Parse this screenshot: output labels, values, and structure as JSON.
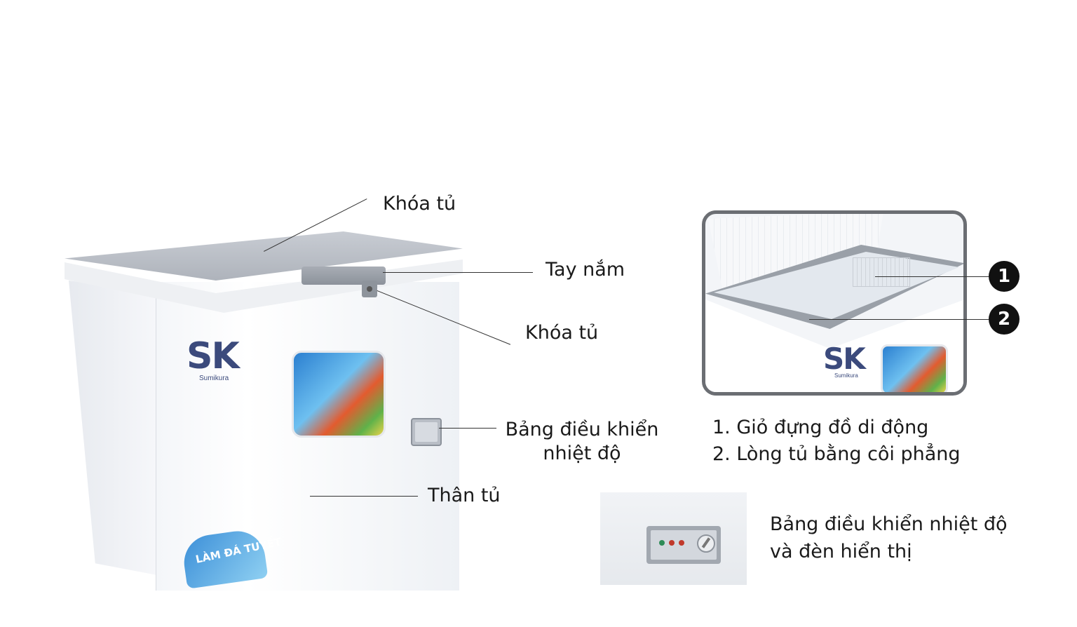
{
  "freezer": {
    "brand": "SK",
    "brand_sub": "Sumikura",
    "badge": "LÀM ĐÁ TUYẾT"
  },
  "callouts": {
    "lock_top": "Khóa tủ",
    "handle": "Tay nắm",
    "lock": "Khóa tủ",
    "control_panel_line1": "Bảng điều khiển",
    "control_panel_line2": "nhiệt độ",
    "body": "Thân tủ"
  },
  "inset": {
    "markers": [
      "1",
      "2"
    ],
    "legend": [
      "1. Giỏ đựng đồ di động",
      "2. Lòng tủ bằng côi phẳng"
    ]
  },
  "panel_detail": {
    "line1": "Bảng điều khiển nhiệt độ",
    "line2": "và đèn hiển thị"
  },
  "colors": {
    "lid": "#aeb3bb",
    "frame": "#6b6e73",
    "marker": "#111111",
    "brand": "#3b4a7c"
  }
}
